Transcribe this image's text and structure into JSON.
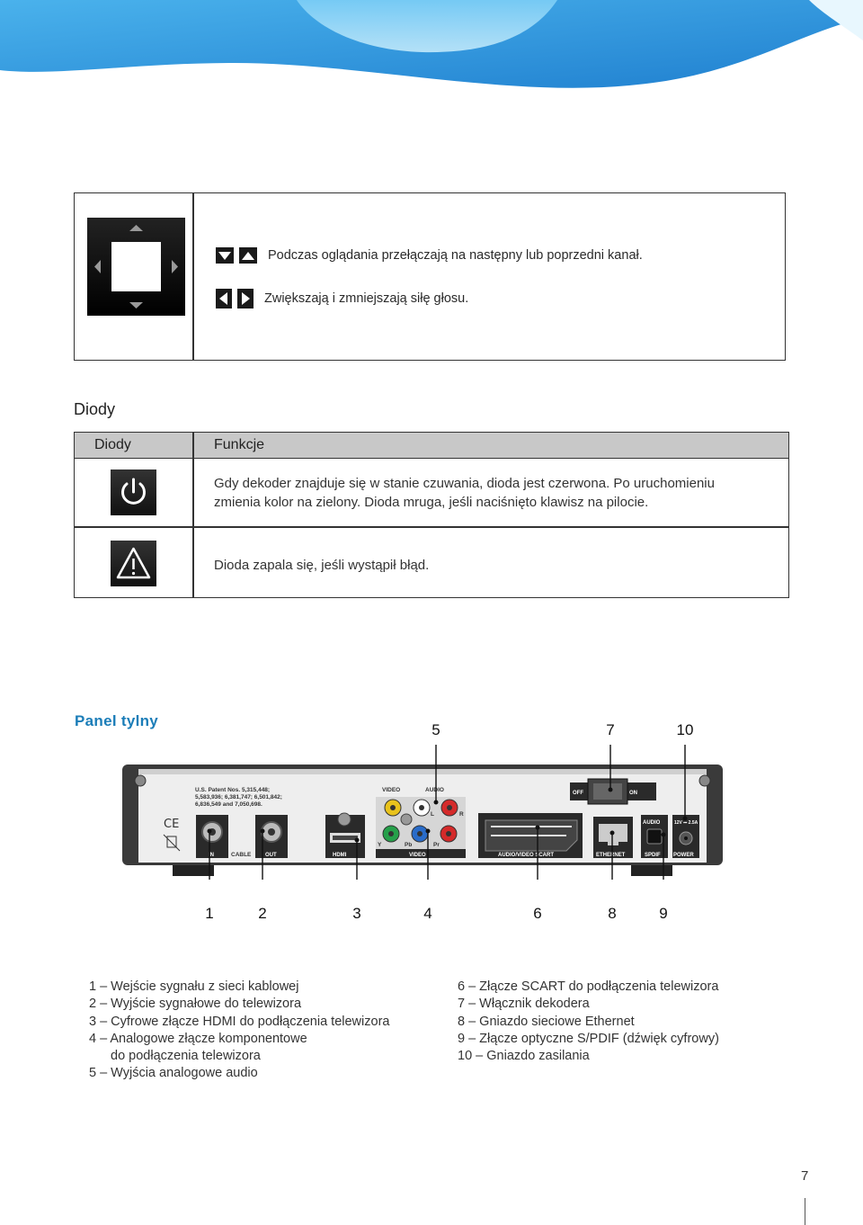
{
  "navigation": {
    "rows": [
      {
        "text": "Podczas oglądania przełączają na następny lub poprzedni kanał."
      },
      {
        "text": "Zwiększają i zmniejszają siłę głosu."
      }
    ]
  },
  "diody": {
    "section_title": "Diody",
    "table": {
      "header_col1": "Diody",
      "header_col2": "Funkcje",
      "rows": [
        {
          "icon": "power-icon",
          "line1": "Gdy dekoder znajduje się w stanie czuwania, dioda jest czerwona. Po uruchomieniu",
          "line2": "zmienia kolor na zielony. Dioda mruga, jeśli naciśnięto klawisz na pilocie."
        },
        {
          "icon": "warning-icon",
          "line1": "Dioda zapala się, jeśli wystąpił błąd."
        }
      ]
    }
  },
  "rear_panel": {
    "title": "Panel tylny",
    "callouts_top": [
      "5",
      "7",
      "10"
    ],
    "callouts_bottom": [
      "1",
      "2",
      "3",
      "4",
      "6",
      "8",
      "9"
    ],
    "device_labels": {
      "patent1": "U.S. Patent Nos. 5,315,448;",
      "patent2": "5,583,936; 6,381,747; 6,501,842;",
      "patent3": "6,836,549 and 7,050,698.",
      "video": "VIDEO",
      "audio": "AUDIO",
      "l": "L",
      "r": "R",
      "off": "OFF",
      "on": "ON",
      "in": "IN",
      "cable": "CABLE",
      "out": "OUT",
      "hdmi": "HDMI",
      "y": "Y",
      "pb": "Pb",
      "pr": "Pr",
      "video2": "VIDEO",
      "scart": "AUDIO/VIDEO SCART",
      "ethernet": "ETHERNET",
      "audio2": "AUDIO",
      "spdif": "SPDIF",
      "rating": "12V ⎓ 2.5A",
      "power": "POWER"
    },
    "legend_left": [
      "1 – Wejście sygnału z sieci kablowej",
      "2 – Wyjście sygnałowe do telewizora",
      "3 – Cyfrowe złącze HDMI do podłączenia telewizora",
      "4 – Analogowe złącze komponentowe",
      "do podłączenia telewizora",
      "5 – Wyjścia analogowe audio"
    ],
    "legend_right": [
      "6 – Złącze SCART do podłączenia telewizora",
      "7 – Włącznik dekodera",
      "8 – Gniazdo sieciowe Ethernet",
      "9 – Złącze optyczne S/PDIF (dźwięk cyfrowy)",
      "10 – Gniazdo zasilania"
    ]
  },
  "footer": {
    "page_number": "7"
  },
  "colors": {
    "accent": "#1b7db8",
    "table_header": "#c8c8c8",
    "banner": "#2c9ee0"
  }
}
